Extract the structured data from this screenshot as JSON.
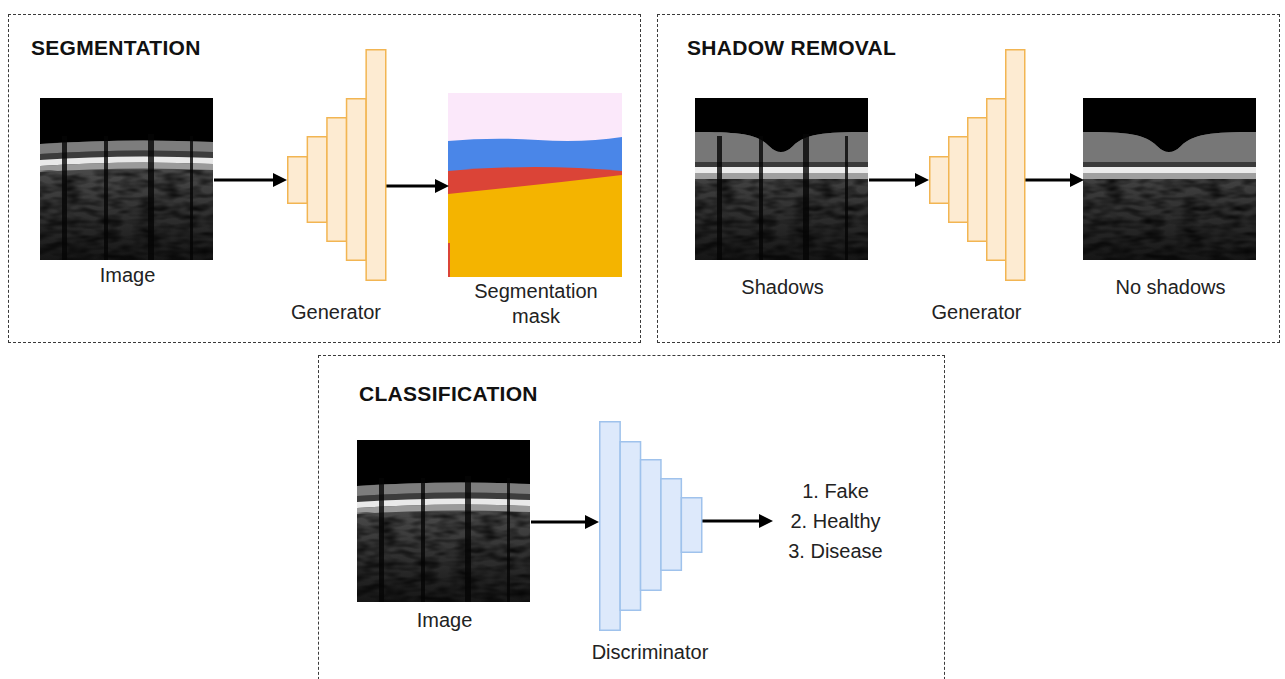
{
  "diagram": {
    "nodes": [
      {
        "text": [
          "SEGMENTATION"
        ]
      },
      {
        "text": [
          "Image"
        ],
        "in": 0
      },
      {
        "text": [
          "Generator"
        ],
        "in": 0
      },
      {
        "text": [
          "Segmentation mask"
        ],
        "in": 0
      },
      {
        "text": [
          "SHADOW REMOVAL"
        ]
      },
      {
        "text": [
          "Shadows"
        ],
        "in": 4
      },
      {
        "text": [
          "Generator"
        ],
        "in": 4
      },
      {
        "text": [
          "No shadows"
        ],
        "in": 4
      },
      {
        "text": [
          "CLASSIFICATION"
        ]
      },
      {
        "text": [
          "Image"
        ],
        "in": 8
      },
      {
        "text": [
          "Discriminator"
        ],
        "in": 8
      },
      {
        "text": [
          "1. Fake",
          "2. Healthy",
          "3. Disease"
        ],
        "in": 8
      }
    ],
    "edges": [
      {
        "from": 1,
        "to": 2,
        "arrow": "to"
      },
      {
        "from": 2,
        "to": 3,
        "arrow": "to"
      },
      {
        "from": 5,
        "to": 6,
        "arrow": "to"
      },
      {
        "from": 6,
        "to": 7,
        "arrow": "to"
      },
      {
        "from": 9,
        "to": 10,
        "arrow": "to"
      },
      {
        "from": 10,
        "to": 11,
        "arrow": "to"
      }
    ]
  }
}
